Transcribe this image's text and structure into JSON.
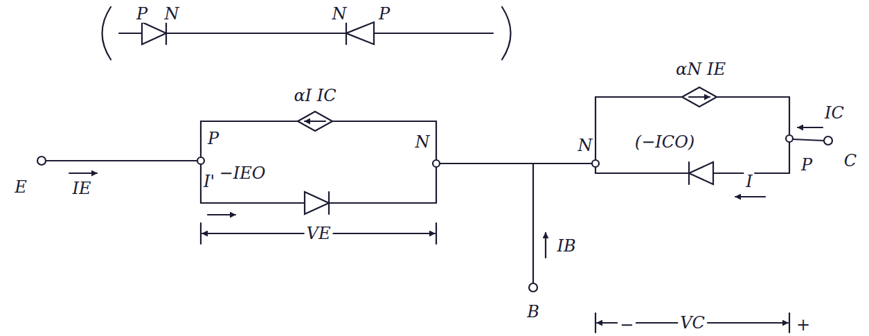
{
  "diagram": {
    "labels": [
      "P",
      "N",
      "N",
      "P",
      "αI IC",
      "P",
      "N",
      "−IEO",
      "I'",
      "E",
      "IE",
      "VE",
      "N",
      "B",
      "IB",
      "αN IE",
      "IC",
      "P",
      "C",
      "(−ICO)",
      "I",
      "VC",
      "−",
      "+"
    ]
  }
}
